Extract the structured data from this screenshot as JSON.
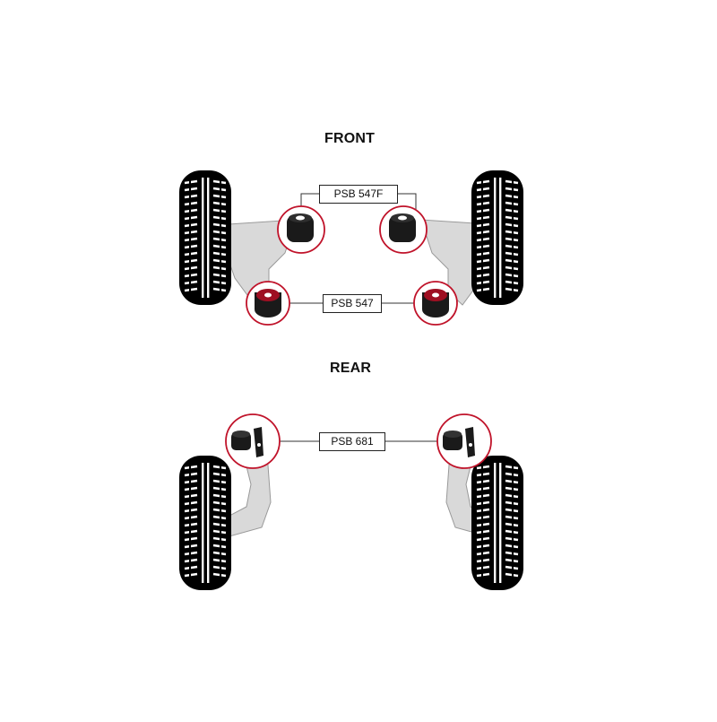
{
  "front": {
    "title": "FRONT",
    "labels": {
      "top": "PSB 547F",
      "bottom": "PSB 547"
    }
  },
  "rear": {
    "title": "REAR",
    "labels": {
      "main": "PSB 681"
    }
  },
  "colors": {
    "tyre": "#000000",
    "arm": "#d9d9d9",
    "callout_ring": "#c0132a",
    "bush_black": "#1a1a1a",
    "bush_red": "#9e0f22"
  }
}
